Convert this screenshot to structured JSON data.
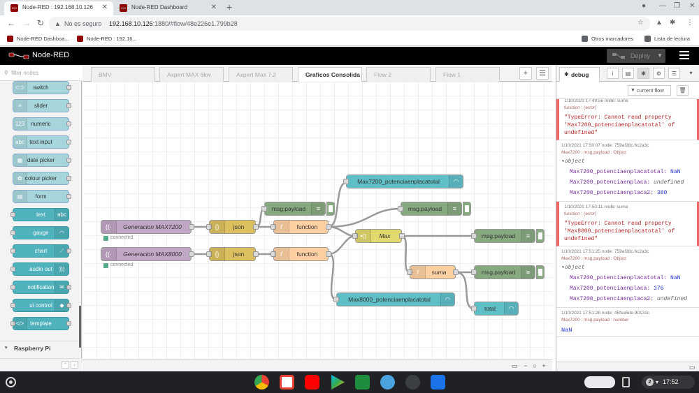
{
  "browser": {
    "tabs": [
      {
        "title": "Node-RED : 192.168.10.126",
        "active": true
      },
      {
        "title": "Node-RED Dashboard",
        "active": false
      }
    ],
    "address": {
      "security": "No es seguro",
      "host": "192.168.10.126",
      "path": ":1880/#flow/48e226e1.799b28"
    },
    "bookmarks": [
      {
        "label": "Node-RED Dashboa..."
      },
      {
        "label": "Node-RED : 192.16..."
      }
    ],
    "other_bookmarks": "Otros marcadores",
    "reading_list": "Lista de lectura"
  },
  "nodered": {
    "title": "Node-RED",
    "deploy_label": "Deploy"
  },
  "palette": {
    "filter_placeholder": "filter nodes",
    "nodes": [
      {
        "label": "switch",
        "icon": "toggle-icon"
      },
      {
        "label": "slider",
        "icon": "slider-icon"
      },
      {
        "label": "numeric",
        "icon": "numeric-icon"
      },
      {
        "label": "text input",
        "icon": "text-input-icon"
      },
      {
        "label": "date picker",
        "icon": "calendar-icon"
      },
      {
        "label": "colour picker",
        "icon": "palette-icon"
      },
      {
        "label": "form",
        "icon": "form-icon"
      },
      {
        "label": "text",
        "icon": "abc-icon"
      },
      {
        "label": "gauge",
        "icon": "gauge-icon"
      },
      {
        "label": "chart",
        "icon": "chart-icon"
      },
      {
        "label": "audio out",
        "icon": "audio-icon"
      },
      {
        "label": "notification",
        "icon": "envelope-icon"
      },
      {
        "label": "ui control",
        "icon": "control-icon"
      },
      {
        "label": "template",
        "icon": "code-icon"
      }
    ],
    "category": "Raspberry Pi"
  },
  "workspace": {
    "tabs": [
      {
        "label": "BMV"
      },
      {
        "label": "Axpert MAX 8kw"
      },
      {
        "label": "Axpert Max 7.2"
      },
      {
        "label": "Graficos Consolida",
        "active": true
      },
      {
        "label": "Flow 2"
      },
      {
        "label": "Flow 1"
      }
    ]
  },
  "flow": {
    "inject1": "Generacion MAX7200",
    "inject2": "Generacion MAX8000",
    "status": "connected",
    "json": "json",
    "function": "function",
    "debug": "msg.payload",
    "gauge1": "Max7200_potenciaenplacatotal",
    "gauge2": "Max8000_potenciaenplacatotal",
    "join": "Max",
    "suma": "suma",
    "total": "total"
  },
  "sidebar": {
    "tab_label": "debug",
    "filter_label": "current flow",
    "messages": [
      {
        "type": "error",
        "meta": "1/10/2021 17:49:56   node: suma",
        "topic": "function : (error)",
        "text": "\"TypeError: Cannot read property 'Max7200_potenciaenplacatotal' of undefined\""
      },
      {
        "type": "object",
        "meta": "1/10/2021 17:50:07   node: 759af28c.6c2a3c",
        "topic": "Max7200 : msg.payload : Object",
        "head": "▾object",
        "props": [
          {
            "key": "Max7200_potenciaenplacatotal:",
            "value": "NaN",
            "kind": "n"
          },
          {
            "key": "Max7200_potenciaenplaca:",
            "value": "undefined",
            "kind": "u"
          },
          {
            "key": "Max7200_potenciaenplaca2:",
            "value": "380",
            "kind": "n"
          }
        ]
      },
      {
        "type": "error",
        "meta": "1/10/2021 17:50:11   node: suma",
        "topic": "function : (error)",
        "text": "\"TypeError: Cannot read property 'Max8000_potenciaenplacatotal' of undefined\""
      },
      {
        "type": "object",
        "meta": "1/10/2021 17:51:25   node: 759af28c.6c2a3c",
        "topic": "Max7200 : msg.payload : Object",
        "head": "▾object",
        "props": [
          {
            "key": "Max7200_potenciaenplacatotal:",
            "value": "NaN",
            "kind": "n"
          },
          {
            "key": "Max7200_potenciaenplaca:",
            "value": "376",
            "kind": "n"
          },
          {
            "key": "Max7200_potenciaenplaca2:",
            "value": "undefined",
            "kind": "u"
          }
        ]
      },
      {
        "type": "number",
        "meta": "1/10/2021 17:51:28   node: 45fea5de.90131c",
        "topic": "Max7200 : msg.payload : number",
        "value": "NaN"
      }
    ]
  },
  "taskbar": {
    "notifications": "2",
    "time": "17:52"
  },
  "colors": {
    "header": "#000000",
    "inject": "#c0a7c6",
    "json": "#dcbf5e",
    "function": "#fdd0a2",
    "debug": "#87a980",
    "dashboard": "#5fbfc7",
    "error": "#b72828"
  }
}
